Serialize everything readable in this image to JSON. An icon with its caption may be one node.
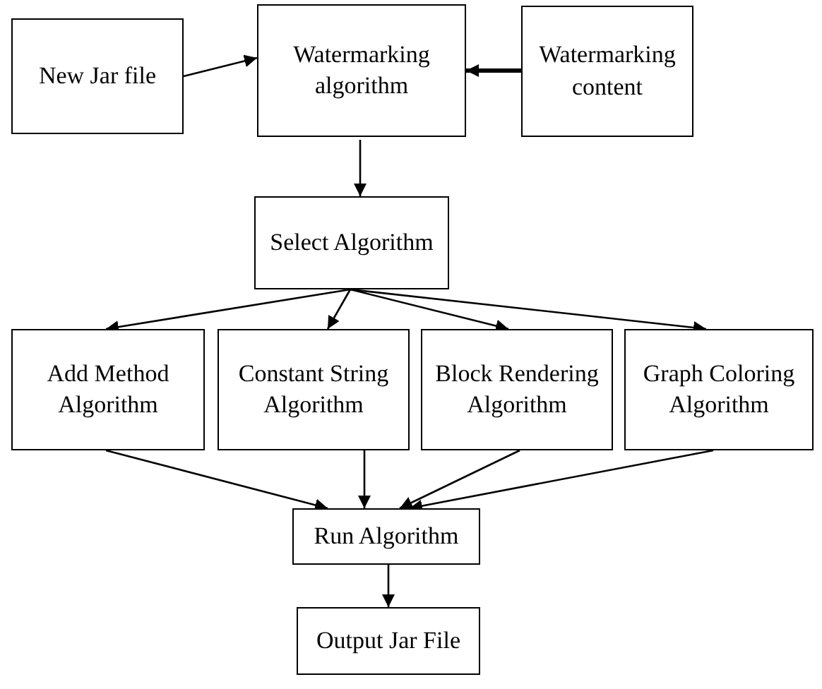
{
  "diagram": {
    "nodes": [
      {
        "text": [
          "New Jar file"
        ]
      },
      {
        "text": [
          "Watermarking algorithm"
        ]
      },
      {
        "text": [
          "Watermarking content"
        ]
      },
      {
        "text": [
          "Select Algorithm"
        ]
      },
      {
        "text": [
          "Add Method Algorithm"
        ]
      },
      {
        "text": [
          "Constant String Algorithm"
        ]
      },
      {
        "text": [
          "Block Rendering Algorithm"
        ]
      },
      {
        "text": [
          "Graph Coloring Algorithm"
        ]
      },
      {
        "text": [
          "Run Algorithm"
        ]
      },
      {
        "text": [
          "Output Jar File"
        ]
      }
    ],
    "edges": [
      {
        "from": 0,
        "to": 1,
        "arrow": "to"
      },
      {
        "from": 2,
        "to": 1,
        "arrow": "to",
        "style": "thick"
      },
      {
        "from": 1,
        "to": 3,
        "arrow": "to"
      },
      {
        "from": 3,
        "to": 4,
        "arrow": "to"
      },
      {
        "from": 3,
        "to": 5,
        "arrow": "to"
      },
      {
        "from": 3,
        "to": 6,
        "arrow": "to"
      },
      {
        "from": 3,
        "to": 7,
        "arrow": "to"
      },
      {
        "from": 4,
        "to": 8,
        "arrow": "to"
      },
      {
        "from": 5,
        "to": 8,
        "arrow": "to"
      },
      {
        "from": 6,
        "to": 8,
        "arrow": "to"
      },
      {
        "from": 7,
        "to": 8,
        "arrow": "to"
      },
      {
        "from": 8,
        "to": 9,
        "arrow": "to"
      }
    ]
  }
}
